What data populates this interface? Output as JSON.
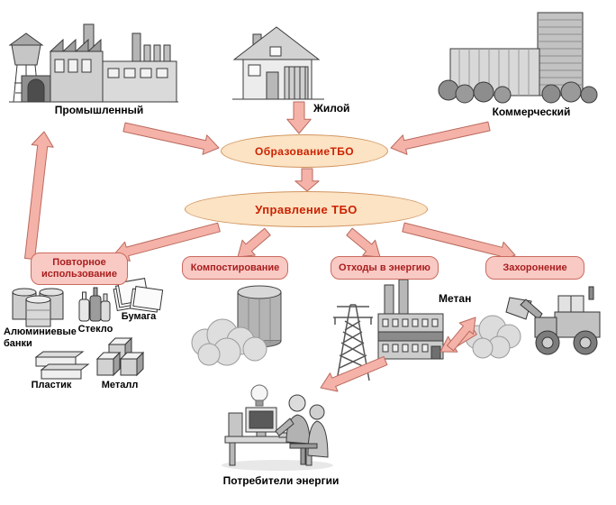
{
  "sources": {
    "industrial": {
      "label": "Промышленный"
    },
    "residential": {
      "label": "Жилой"
    },
    "commercial": {
      "label": "Коммерческий"
    }
  },
  "process": {
    "generation": {
      "label": "ОбразованиеТБО"
    },
    "management": {
      "label": "Управление ТБО"
    }
  },
  "options": {
    "reuse": {
      "label": "Повторное использование"
    },
    "composting": {
      "label": "Компостирование"
    },
    "waste_to_energy": {
      "label": "Отходы в энергию"
    },
    "landfill": {
      "label": "Захоронение"
    }
  },
  "recyclables": {
    "aluminum": {
      "label": "Алюминиевые банки"
    },
    "glass": {
      "label": "Стекло"
    },
    "paper": {
      "label": "Бумага"
    },
    "plastic": {
      "label": "Пластик"
    },
    "metal": {
      "label": "Металл"
    }
  },
  "annotations": {
    "methane": {
      "label": "Метан"
    },
    "consumers": {
      "label": "Потребители энергии"
    }
  },
  "colors": {
    "ellipse_fill": "#fbe3c4",
    "ellipse_border": "#d1945f",
    "ellipse_text": "#cc2200",
    "box_fill": "#f9c9c4",
    "box_border": "#c96a5e",
    "box_text": "#a81e1e",
    "arrow_fill": "#f5b2a8",
    "arrow_border": "#b96a5e"
  }
}
